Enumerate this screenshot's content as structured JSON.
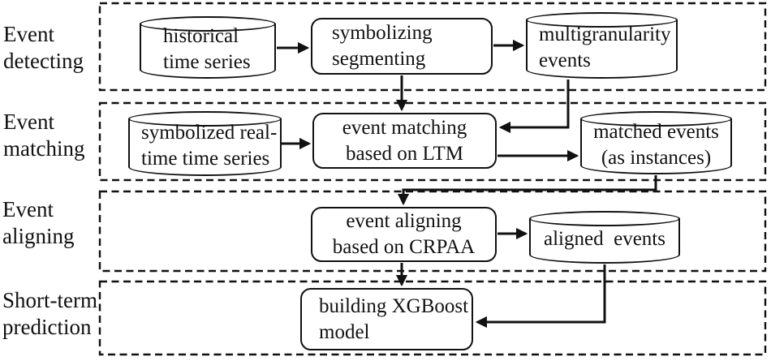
{
  "colors": {
    "ink": "#111111",
    "background": "#ffffff"
  },
  "stages": [
    {
      "label": "Event\ndetecting"
    },
    {
      "label": "Event\nmatching"
    },
    {
      "label": "Event\naligning"
    },
    {
      "label": "Short-term\nprediction"
    }
  ],
  "nodes": {
    "historical_time_series": {
      "shape": "cylinder",
      "text": "historical\ntime series"
    },
    "symbolizing_segmenting": {
      "shape": "process",
      "text": "symbolizing\nsegmenting"
    },
    "multigranularity_events": {
      "shape": "cylinder",
      "text": "multigranularity\nevents"
    },
    "symbolized_realtime": {
      "shape": "cylinder",
      "text": "symbolized real-\ntime time series"
    },
    "event_matching": {
      "shape": "process",
      "text": "event matching\nbased on LTM"
    },
    "matched_events": {
      "shape": "cylinder",
      "text": "matched events\n(as instances)"
    },
    "event_aligning": {
      "shape": "process",
      "text": "event aligning\nbased on CRPAA"
    },
    "aligned_events": {
      "shape": "cylinder",
      "text": "aligned  events"
    },
    "building_xgboost": {
      "shape": "process",
      "text": "building XGBoost\nmodel"
    }
  }
}
